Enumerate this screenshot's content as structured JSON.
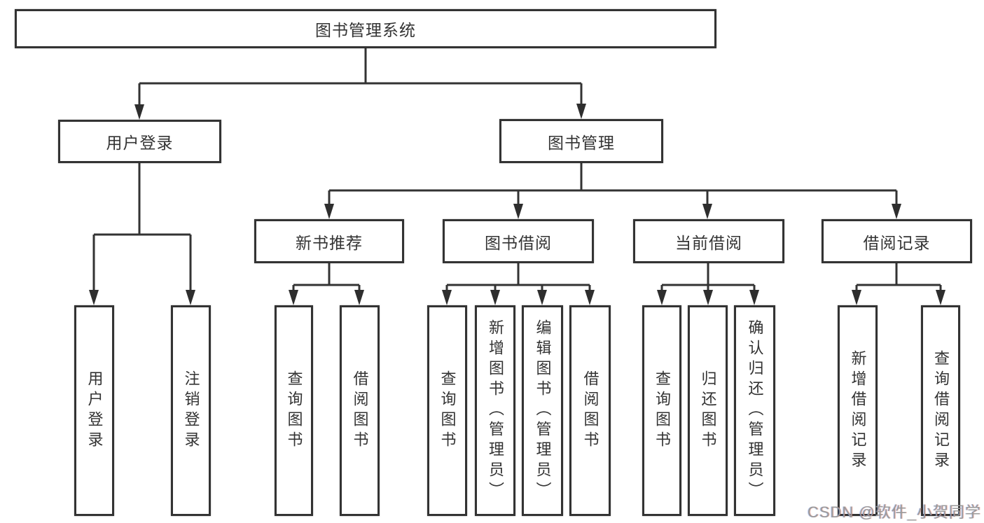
{
  "tree": {
    "root": {
      "label": "图书管理系统"
    },
    "branches": [
      {
        "label": "用户登录",
        "children": [
          "用户登录",
          "注销登录"
        ]
      },
      {
        "label": "图书管理",
        "sections": [
          {
            "label": "新书推荐",
            "children": [
              "查询图书",
              "借阅图书"
            ]
          },
          {
            "label": "图书借阅",
            "children": [
              "查询图书",
              "新增图书（管理员）",
              "编辑图书（管理员）",
              "借阅图书"
            ]
          },
          {
            "label": "当前借阅",
            "children": [
              "查询图书",
              "归还图书",
              "确认归还（管理员）"
            ]
          },
          {
            "label": "借阅记录",
            "children": [
              "新增借阅记录",
              "查询借阅记录"
            ]
          }
        ]
      }
    ]
  },
  "watermark": {
    "text": "CSDN @软件_小贺同学"
  },
  "colors": {
    "line": "#333333",
    "box_border": "#333333",
    "text": "#333333",
    "watermark": "#9a9a9a",
    "background": "#ffffff"
  }
}
